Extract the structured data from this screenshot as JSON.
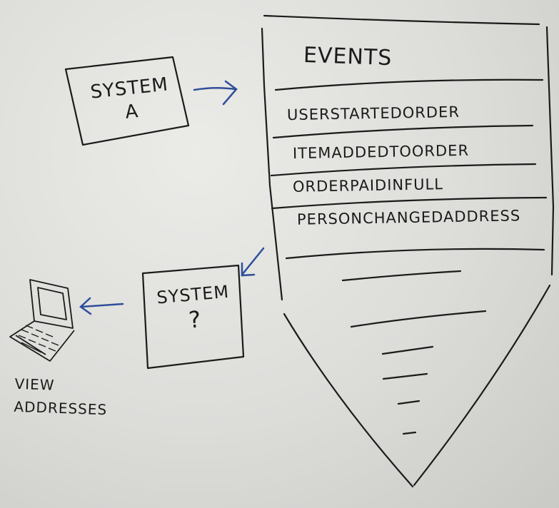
{
  "system_a": {
    "line1": "SYSTEM",
    "line2": "A"
  },
  "events": {
    "title": "Events",
    "items": [
      "UserStartedOrder",
      "ItemAddedToOrder",
      "OrderPaidInFull",
      "PersonChangedAddress"
    ]
  },
  "system_unknown": {
    "line1": "System",
    "line2": "?"
  },
  "viewer": {
    "line1": "View",
    "line2": "Addresses"
  },
  "colors": {
    "ink": "#1b1b1b",
    "arrow": "#2f4f9a",
    "paper": "#e4e4e1"
  },
  "icons": {
    "laptop": "laptop-icon"
  }
}
